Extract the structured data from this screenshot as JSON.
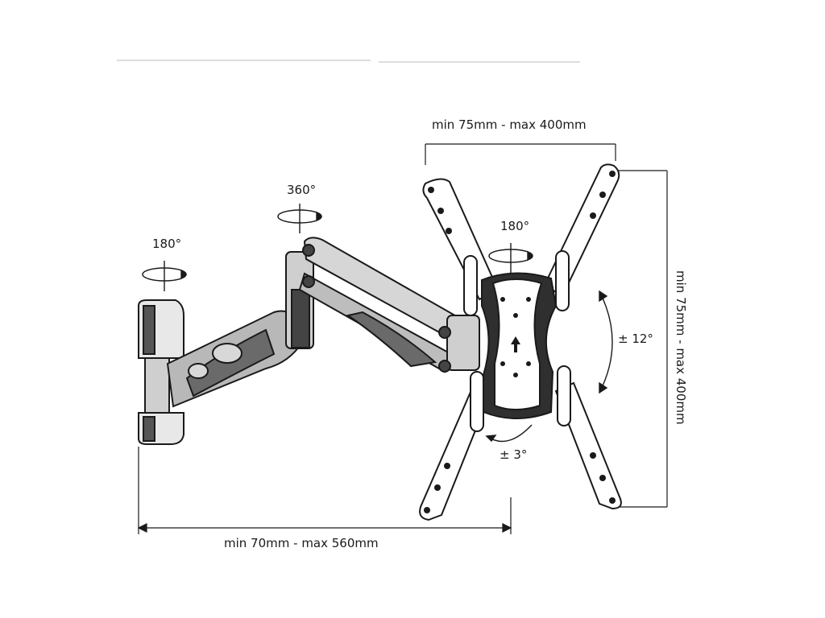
{
  "diagram": {
    "width_range_label": "min 75mm - max 400mm",
    "height_range_label": "min 75mm - max 400mm",
    "depth_range_label": "min 70mm - max 560mm",
    "wall_swivel_label": "180°",
    "arm_swivel_label": "360°",
    "head_swivel_label": "180°",
    "tilt_label": "± 12°",
    "rotation_label": "± 3°",
    "colors": {
      "line": "#1a1a1a",
      "metal_light": "#c8c8c8",
      "metal_dark": "#555555",
      "plate": "#3a3a3a"
    }
  }
}
